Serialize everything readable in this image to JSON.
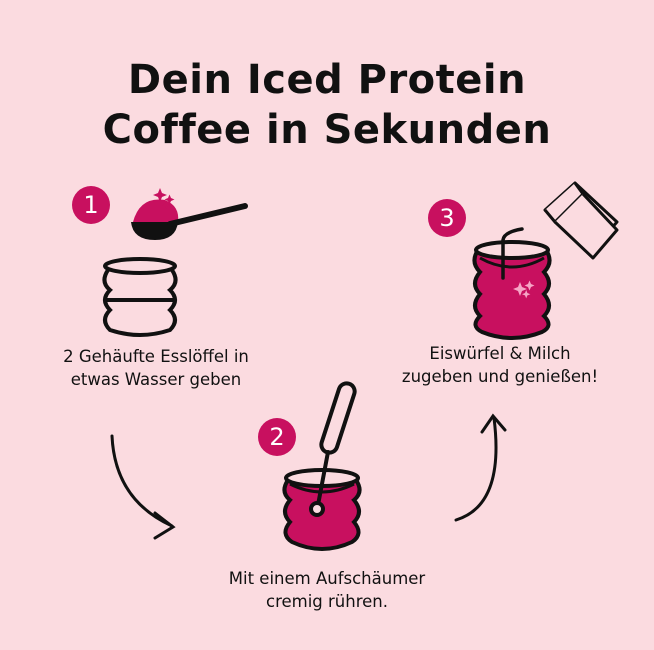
{
  "title": {
    "line1": "Dein Iced Protein",
    "line2": "Coffee in Sekunden"
  },
  "steps": [
    {
      "number": "1",
      "caption_line1": "2 Gehäufte Esslöffel in",
      "caption_line2": "etwas Wasser geben"
    },
    {
      "number": "2",
      "caption_line1": "Mit einem Aufschäumer",
      "caption_line2": "cremig rühren."
    },
    {
      "number": "3",
      "caption_line1": "Eiswürfel & Milch",
      "caption_line2": "zugeben und genießen!"
    }
  ],
  "colors": {
    "background": "#fbdbe0",
    "accent": "#c8105f",
    "ink": "#111111"
  }
}
